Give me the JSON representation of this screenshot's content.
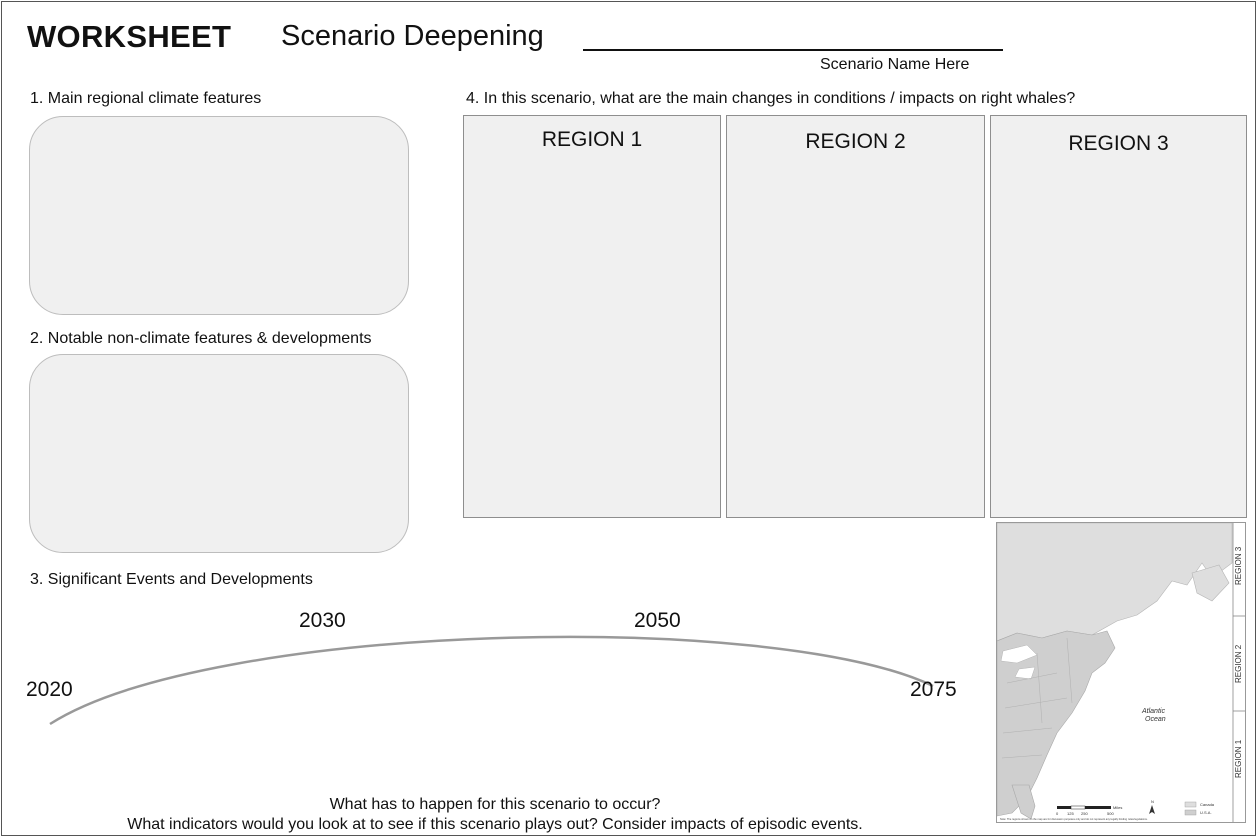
{
  "header": {
    "title_bold": "WORKSHEET",
    "title_rest": "Scenario Deepening",
    "name_caption": "Scenario Name Here"
  },
  "sections": {
    "s1": "1. Main regional climate features",
    "s2": "2. Notable non-climate features & developments",
    "s3": "3. Significant Events and Developments",
    "s4": "4. In this scenario, what are the main changes in conditions / impacts on right whales?"
  },
  "regions": [
    "REGION 1",
    "REGION 2",
    "REGION 3"
  ],
  "timeline": {
    "y2020": "2020",
    "y2030": "2030",
    "y2050": "2050",
    "y2075": "2075"
  },
  "prompts": {
    "line1": "What has to happen for this scenario to occur?",
    "line2": "What indicators would you look at to see if this scenario plays out?  Consider impacts of episodic events."
  },
  "map": {
    "ocean_label_1": "Atlantic",
    "ocean_label_2": "Ocean",
    "side_labels": [
      "REGION 3",
      "REGION 2",
      "REGION 1"
    ],
    "scale_label": "Miles",
    "scale_ticks": [
      "0",
      "125",
      "250",
      "500"
    ],
    "north": "N",
    "legend": [
      "Canada",
      "U.S.A."
    ],
    "note": "Note: The regions shown on the map are for discussion purposes only and do not represent any legally binding rules/regulations."
  }
}
